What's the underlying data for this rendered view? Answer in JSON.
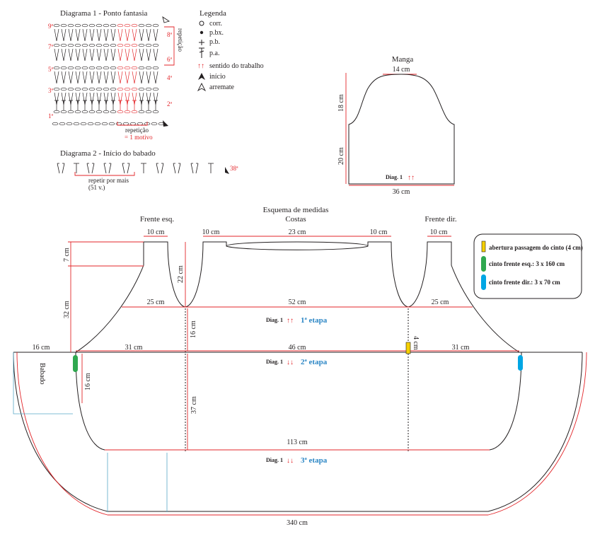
{
  "diagram1": {
    "title": "Diagrama 1 - Ponto fantasia",
    "rows_left": [
      "9ª",
      "7ª",
      "5ª",
      "3ª",
      "1ª"
    ],
    "rows_right": [
      "8ª",
      "6ª",
      "4ª",
      "2ª"
    ],
    "repeat_side": "repetição",
    "repeat_bottom": "repetição",
    "motif": "= 1 motivo"
  },
  "legend": {
    "title": "Legenda",
    "items": [
      {
        "symbol": "circle-icon",
        "label": "corr."
      },
      {
        "symbol": "dot-icon",
        "label": "p.bx."
      },
      {
        "symbol": "plus-icon",
        "label": "p.b."
      },
      {
        "symbol": "tall-t-icon",
        "label": "p.a."
      },
      {
        "symbol": "double-arrow-icon",
        "label": "sentido do trabalho"
      },
      {
        "symbol": "filled-arrow-icon",
        "label": "início"
      },
      {
        "symbol": "open-arrow-icon",
        "label": "arremate"
      }
    ]
  },
  "diagram2": {
    "title": "Diagrama 2 - Início do babado",
    "repeat": "repetir por mais",
    "repeat_count": "(51 v.)",
    "end_row": "38ª"
  },
  "sleeve": {
    "title": "Manga",
    "top": "14 cm",
    "cap": "18 cm",
    "body": "20 cm",
    "bottom": "36 cm",
    "diag_label": "Diag. 1",
    "arrows": "↑↑"
  },
  "scheme": {
    "title": "Esquema de medidas",
    "back": "Costas",
    "front_left": "Frente esq.",
    "front_right": "Frente dir.",
    "shoulder_l": "10 cm",
    "neck_l": "10 cm",
    "neck_back": "23 cm",
    "neck_r": "10 cm",
    "shoulder_r": "10 cm",
    "left_7": "7 cm",
    "left_32": "32 cm",
    "arm_22": "22 cm",
    "w_25_l": "25 cm",
    "w_52": "52 cm",
    "w_25_r": "25 cm",
    "h_16_mid": "16 cm",
    "w_16_left": "16 cm",
    "w_31_l": "31 cm",
    "w_46": "46 cm",
    "w_31_r": "31 cm",
    "v_4": "4 cm",
    "babado": "Babado",
    "v_16_low": "16 cm",
    "v_37": "37 cm",
    "w_113": "113 cm",
    "w_340": "340 cm",
    "stages": [
      {
        "diag": "Diag. 1",
        "arrows": "↑↑",
        "label": "1ª etapa"
      },
      {
        "diag": "Diag. 1",
        "arrows": "↓↓",
        "label": "2ª etapa"
      },
      {
        "diag": "Diag. 1",
        "arrows": "↓↓",
        "label": "3ª etapa"
      }
    ]
  },
  "keybox": {
    "items": [
      {
        "color": "#f5d000",
        "label": "abertura passagem do cinto (4 cm)"
      },
      {
        "color": "#2fa84f",
        "label": "cinto frente esq.: 3 x 160 cm"
      },
      {
        "color": "#00a6e4",
        "label": "cinto frente dir.: 3 x 70 cm"
      }
    ]
  },
  "colors": {
    "red": "#e3262a",
    "blue": "#2b86c5",
    "yellow": "#f5d000",
    "green": "#2fa84f",
    "cyan": "#00a6e4"
  }
}
